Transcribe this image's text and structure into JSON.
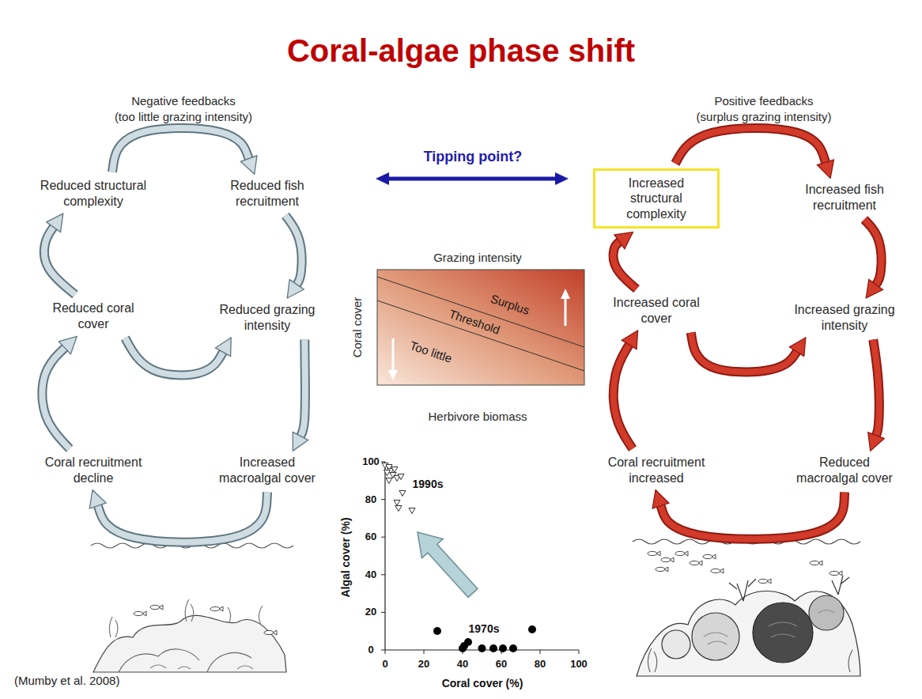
{
  "diagram": {
    "title": "Coral-algae phase shift",
    "caption": "(Mumby et al. 2008)",
    "nodes": [
      {
        "text": [
          "Reduced structural complexity"
        ]
      },
      {
        "text": [
          "Reduced fish recruitment"
        ]
      },
      {
        "text": [
          "Reduced grazing intensity"
        ]
      },
      {
        "text": [
          "Increased macroalgal cover"
        ]
      },
      {
        "text": [
          "Coral recruitment decline"
        ]
      },
      {
        "text": [
          "Reduced coral cover"
        ]
      },
      {
        "text": [
          "Increased structural complexity"
        ]
      },
      {
        "text": [
          "Increased fish recruitment"
        ]
      },
      {
        "text": [
          "Increased grazing intensity"
        ]
      },
      {
        "text": [
          "Reduced macroalgal cover"
        ]
      },
      {
        "text": [
          "Coral recruitment increased"
        ]
      },
      {
        "text": [
          "Increased coral cover"
        ]
      }
    ],
    "edges": [
      {
        "from": 0,
        "to": 1,
        "arrow": "to"
      },
      {
        "from": 1,
        "to": 2,
        "arrow": "to"
      },
      {
        "from": 2,
        "to": 3,
        "arrow": "to"
      },
      {
        "from": 3,
        "to": 4,
        "arrow": "to"
      },
      {
        "from": 4,
        "to": 5,
        "arrow": "to"
      },
      {
        "from": 5,
        "to": 0,
        "arrow": "to"
      },
      {
        "from": 5,
        "to": 2,
        "arrow": "to"
      },
      {
        "from": 6,
        "to": 7,
        "arrow": "to"
      },
      {
        "from": 7,
        "to": 8,
        "arrow": "to"
      },
      {
        "from": 8,
        "to": 9,
        "arrow": "to"
      },
      {
        "from": 9,
        "to": 10,
        "arrow": "to"
      },
      {
        "from": 10,
        "to": 11,
        "arrow": "to"
      },
      {
        "from": 11,
        "to": 6,
        "arrow": "to"
      },
      {
        "from": 11,
        "to": 8,
        "arrow": "to"
      }
    ],
    "labels": [
      "Negative feedbacks",
      "(too little grazing intensity)",
      "Positive feedbacks",
      "(surplus grazing intensity)",
      "Tipping point?",
      "Grazing intensity",
      "Surplus",
      "Threshold",
      "Too little",
      "Coral cover",
      "Herbivore biomass",
      "100",
      "80",
      "60",
      "40",
      "20",
      "0",
      "0",
      "20",
      "40",
      "60",
      "80",
      "100",
      "1990s",
      "1970s",
      "Algal cover (%)",
      "Coral cover (%)"
    ]
  }
}
